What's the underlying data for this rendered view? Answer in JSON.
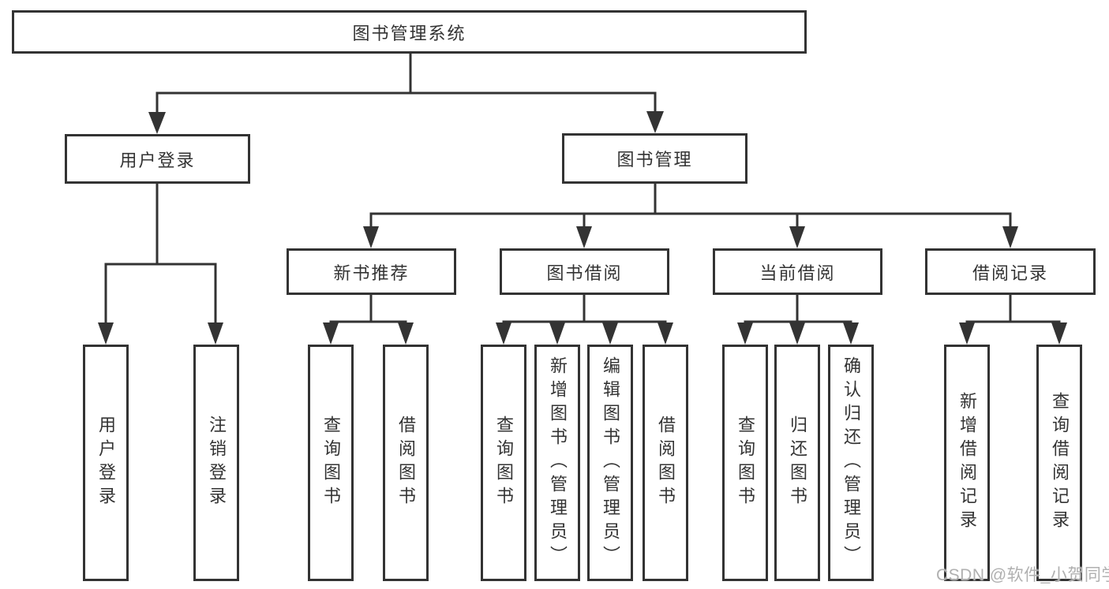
{
  "title": "图书管理系统",
  "colors": {
    "line": "#333333",
    "text": "#333333",
    "box-bg": "#ffffff",
    "watermark": "#b0b0b0",
    "bg": "#ffffff"
  },
  "watermark": {
    "text": "CSDN @软件_小贺同学"
  },
  "tree": {
    "label": "图书管理系统",
    "children": [
      {
        "label": "用户登录",
        "children": [
          {
            "label": "用户登录"
          },
          {
            "label": "注销登录"
          }
        ]
      },
      {
        "label": "图书管理",
        "children": [
          {
            "label": "新书推荐",
            "children": [
              {
                "label": "查询图书"
              },
              {
                "label": "借阅图书"
              }
            ]
          },
          {
            "label": "图书借阅",
            "children": [
              {
                "label": "查询图书"
              },
              {
                "label": "新增图书（管理员）"
              },
              {
                "label": "编辑图书（管理员）"
              },
              {
                "label": "借阅图书"
              }
            ]
          },
          {
            "label": "当前借阅",
            "children": [
              {
                "label": "查询图书"
              },
              {
                "label": "归还图书"
              },
              {
                "label": "确认归还（管理员）"
              }
            ]
          },
          {
            "label": "借阅记录",
            "children": [
              {
                "label": "新增借阅记录"
              },
              {
                "label": "查询借阅记录"
              }
            ]
          }
        ]
      }
    ]
  }
}
